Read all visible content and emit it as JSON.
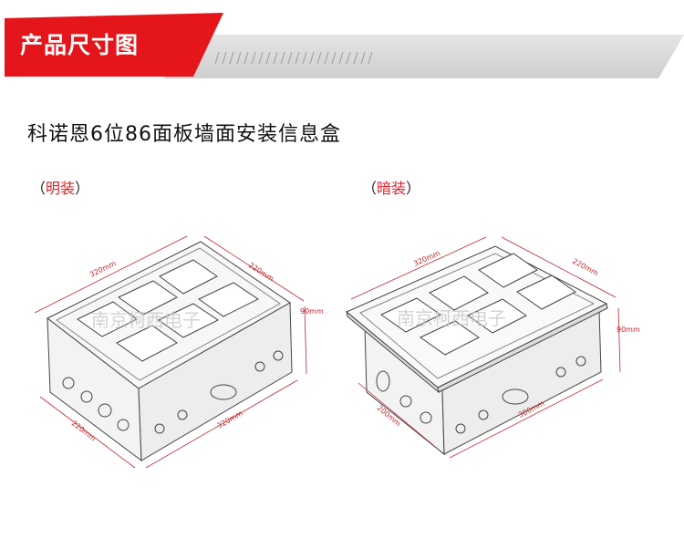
{
  "banner": {
    "title": "产品尺寸图",
    "accent": "#e4161b"
  },
  "page_title": "科诺恩6位86面板墙面安装信息盒",
  "surface_mount": {
    "label_open": "（",
    "label_word": "明装",
    "label_close": "）",
    "dims": {
      "length": "320mm",
      "width": "220mm",
      "height": "90mm",
      "front_length": "320mm",
      "front_width": "220mm"
    },
    "watermark": "南京柯西电子"
  },
  "flush_mount": {
    "label_open": "（",
    "label_word": "暗装",
    "label_close": "）",
    "dims": {
      "length": "320mm",
      "width": "220mm",
      "height": "90mm",
      "body_length": "300mm",
      "body_width": "200mm"
    },
    "watermark": "南京柯西电子"
  }
}
